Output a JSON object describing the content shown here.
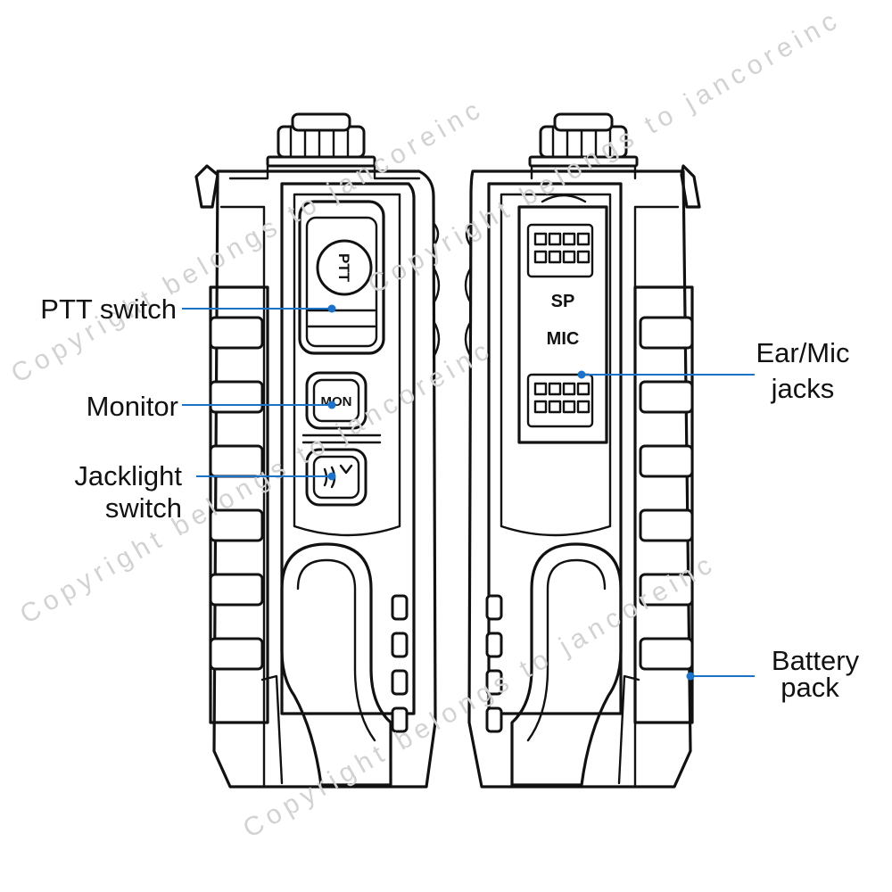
{
  "labels": {
    "ptt": "PTT switch",
    "monitor": "Monitor",
    "jacklight_line1": "Jacklight",
    "jacklight_line2": "switch",
    "earmic_line1": "Ear/Mic",
    "earmic_line2": "jacks",
    "battery_line1": "Battery",
    "battery_line2": "pack"
  },
  "buttons": {
    "ptt": "PTT",
    "mon": "MON"
  },
  "jack_cover": {
    "sp": "SP",
    "mic": "MIC"
  },
  "watermarks": [
    "Copyright belongs to jancoreinc",
    "Copyright belongs to jancoreinc",
    "Copyright belongs to jancoreinc",
    "Copyright belongs to jancoreinc"
  ],
  "colors": {
    "leader": "#1a73c8",
    "outline": "#111111",
    "watermark": "#d2d2d2"
  }
}
